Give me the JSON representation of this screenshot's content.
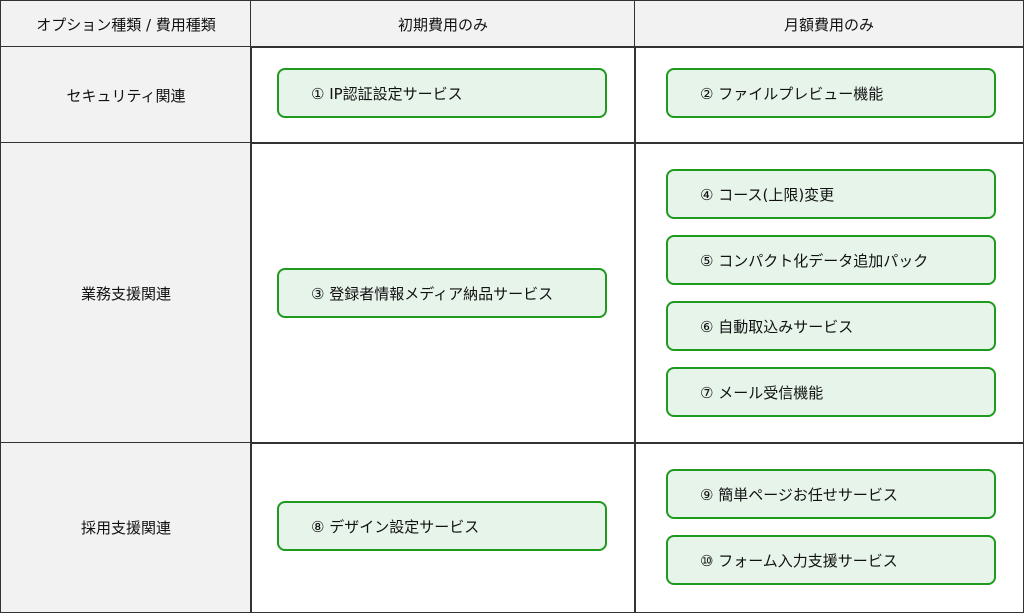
{
  "header": {
    "corner": "オプション種類 / 費用種類",
    "col1": "初期費用のみ",
    "col2": "月額費用のみ"
  },
  "rows": [
    {
      "label": "セキュリティ関連",
      "initial": [
        "① IP認証設定サービス"
      ],
      "monthly": [
        "② ファイルプレビュー機能"
      ]
    },
    {
      "label": "業務支援関連",
      "initial": [
        "③ 登録者情報メディア納品サービス"
      ],
      "monthly": [
        "④ コース(上限)変更",
        "⑤ コンパクト化データ追加パック",
        "⑥ 自動取込みサービス",
        "⑦ メール受信機能"
      ]
    },
    {
      "label": "採用支援関連",
      "initial": [
        "⑧ デザイン設定サービス"
      ],
      "monthly": [
        "⑨ 簡単ページお任せサービス",
        "⑩ フォーム入力支援サービス"
      ]
    }
  ],
  "colors": {
    "border": "#1e9a1e",
    "fill": "#e6f4ea",
    "header": "#f2f2f2"
  }
}
